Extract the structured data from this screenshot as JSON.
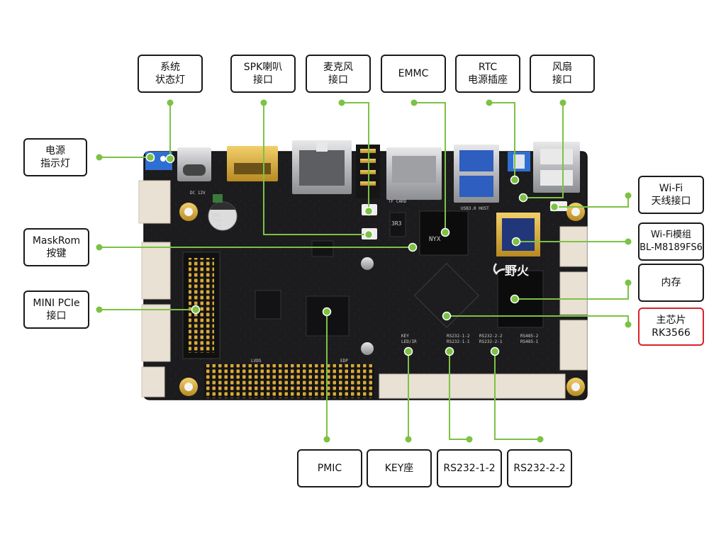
{
  "board": {
    "logo_text": "野火",
    "silkscreen": {
      "dc": "DC 12V",
      "cap": [
        "100",
        "25V",
        "VT"
      ],
      "usb": "USB3.0 HOST",
      "nyx": "NYX",
      "chip3r3": "3R3",
      "key_label": [
        "KEY",
        "LED/IR"
      ],
      "rs232_1": [
        "RS232-1-2",
        "RS232-1-1"
      ],
      "rs232_2": [
        "RS232-2-2",
        "RS232-2-1"
      ],
      "rs485": [
        "RS485-2",
        "RS485-1"
      ],
      "lvds": "LVDS",
      "edp": "EDP",
      "tf": "TF CARD"
    }
  },
  "callouts": {
    "power_led": [
      "电源",
      "指示灯"
    ],
    "system_led": [
      "系统",
      "状态灯"
    ],
    "spk": [
      "SPK喇叭",
      "接口"
    ],
    "mic": [
      "麦克风",
      "接口"
    ],
    "emmc": [
      "EMMC"
    ],
    "rtc": [
      "RTC",
      "电源插座"
    ],
    "fan": [
      "风扇",
      "接口"
    ],
    "wifi_ant": [
      "Wi-Fi",
      "天线接口"
    ],
    "wifi_mod": [
      "Wi-Fi模组",
      "BL-M8189FS6"
    ],
    "memory": [
      "内存"
    ],
    "soc": [
      "主芯片",
      "RK3566"
    ],
    "maskrom": [
      "MaskRom",
      "按键"
    ],
    "minipcie": [
      "MINI PCIe",
      "接口"
    ],
    "pmic": [
      "PMIC"
    ],
    "key": [
      "KEY座"
    ],
    "rs232_1": [
      "RS232-1-2"
    ],
    "rs232_2": [
      "RS232-2-2"
    ]
  },
  "colors": {
    "leader": "#7cc243",
    "board": "#1b1b1d",
    "highlight_border": "#d8232a",
    "box_border": "#1a1a1a"
  }
}
